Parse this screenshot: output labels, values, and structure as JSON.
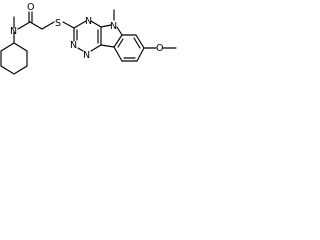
{
  "molecule": {
    "atoms": {
      "amide_n": "N",
      "carbonyl_o": "O",
      "thioether_s": "S",
      "ring_n_top": "N",
      "ring_n_left1": "N",
      "ring_n_left2": "N",
      "indole_n": "N",
      "indole_methyl": "",
      "methoxy_o": "O"
    },
    "colors": {
      "bond": "#000000",
      "label": "#000000",
      "background": "#ffffff"
    }
  }
}
